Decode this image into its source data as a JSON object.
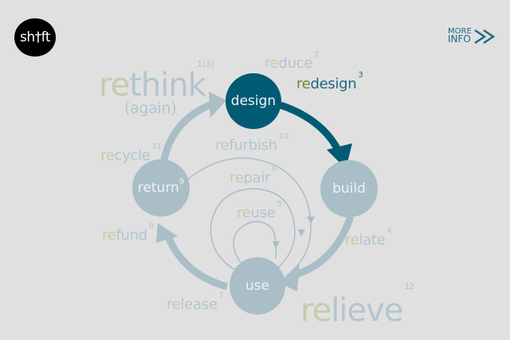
{
  "logo": {
    "text": "sh†ft"
  },
  "more_info": {
    "line1": "MORE",
    "line2": "INFO"
  },
  "colors": {
    "accent": "#005b73",
    "light": "#a9bec7",
    "prefix": "#c6cbab",
    "bg": "#e0e0e0"
  },
  "nodes": {
    "design": "design",
    "build": "build",
    "use": "use",
    "return": "return",
    "return_num": "9"
  },
  "words": {
    "rethink": {
      "pre": "re",
      "rest": "think",
      "num": "1(3)",
      "sub": "(again)"
    },
    "reduce": {
      "pre": "re",
      "rest": "duce",
      "num": "2"
    },
    "redesign": {
      "pre": "re",
      "rest": "design",
      "num": "3"
    },
    "relate": {
      "pre": "re",
      "rest": "late",
      "num": "4"
    },
    "reuse": {
      "pre": "re",
      "rest": "use",
      "num": "5"
    },
    "repair": {
      "pre": "re",
      "rest": "pair",
      "num": "6"
    },
    "release": {
      "pre": "re",
      "rest": "lease",
      "num": "7"
    },
    "refund": {
      "pre": "re",
      "rest": "fund",
      "num": "8"
    },
    "refurbish": {
      "pre": "re",
      "rest": "furbish",
      "num": "10"
    },
    "recycle": {
      "pre": "re",
      "rest": "cycle",
      "num": "11"
    },
    "relieve": {
      "pre": "re",
      "rest": "lieve",
      "num": "12"
    }
  }
}
